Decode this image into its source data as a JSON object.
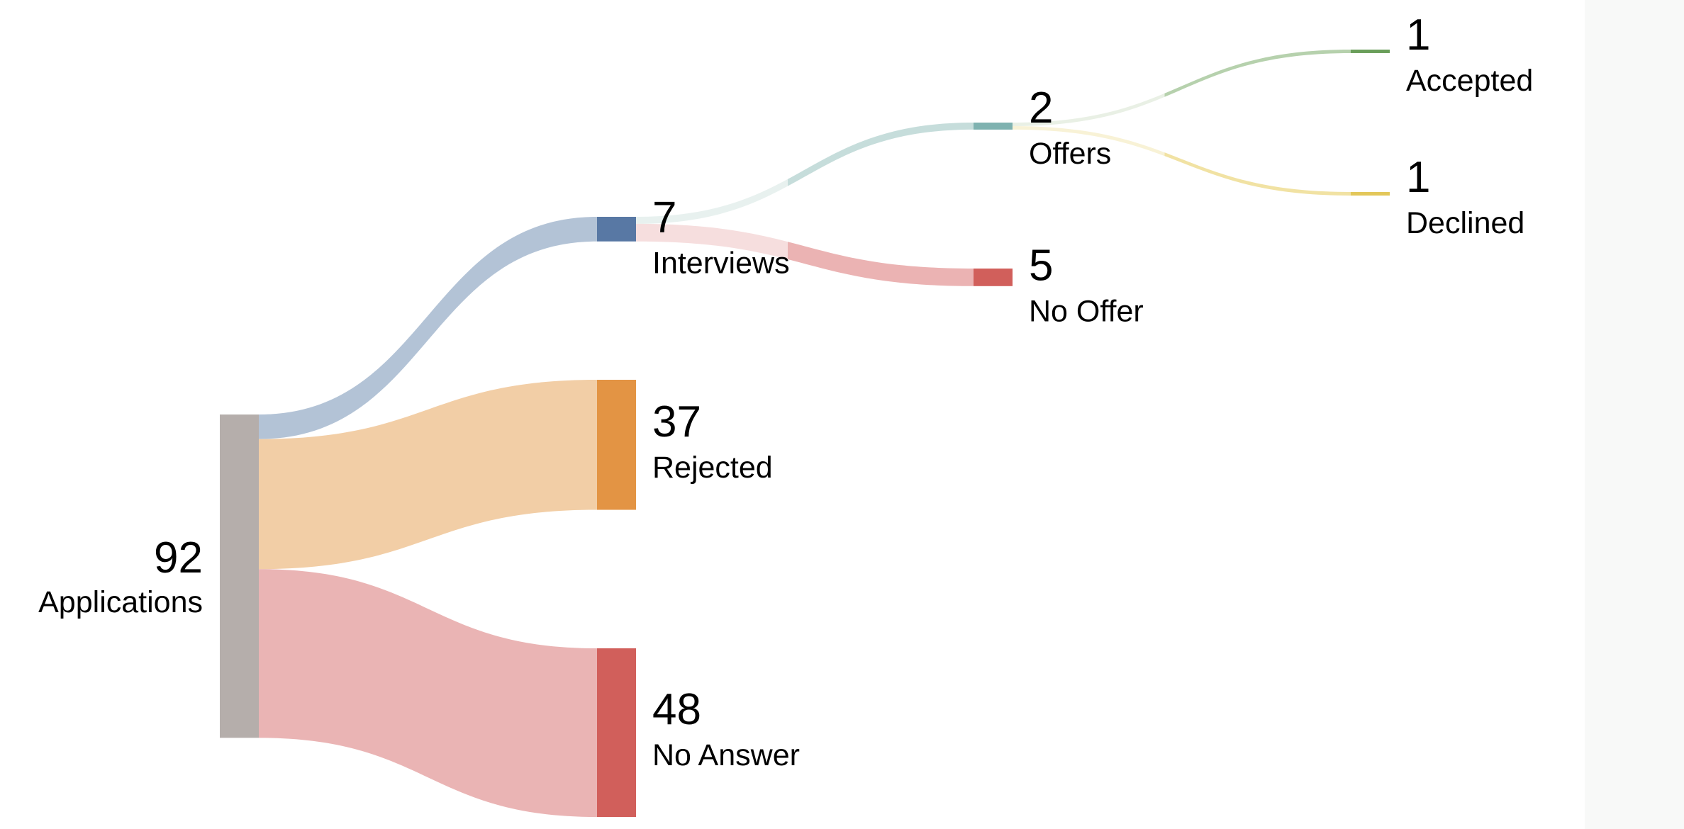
{
  "chart_data": {
    "type": "sankey",
    "title": "",
    "nodes": [
      {
        "id": "applications",
        "label": "Applications",
        "value": 92,
        "color": "#b5aeab"
      },
      {
        "id": "interviews",
        "label": "Interviews",
        "value": 7,
        "color": "#5878a4"
      },
      {
        "id": "rejected",
        "label": "Rejected",
        "value": 37,
        "color": "#e39444"
      },
      {
        "id": "no_answer",
        "label": "No Answer",
        "value": 48,
        "color": "#d15f5b"
      },
      {
        "id": "offers",
        "label": "Offers",
        "value": 2,
        "color": "#7fb2b0"
      },
      {
        "id": "no_offer",
        "label": "No Offer",
        "value": 5,
        "color": "#d15f5b"
      },
      {
        "id": "accepted",
        "label": "Accepted",
        "value": 1,
        "color": "#6a9e5a"
      },
      {
        "id": "declined",
        "label": "Declined",
        "value": 1,
        "color": "#e3c75a"
      }
    ],
    "links": [
      {
        "source": "applications",
        "target": "interviews",
        "value": 7,
        "color_from": "#b3c3d6",
        "color_to": "#b3c3d6"
      },
      {
        "source": "applications",
        "target": "rejected",
        "value": 37,
        "color_from": "#f2cea6",
        "color_to": "#f2cea6"
      },
      {
        "source": "applications",
        "target": "no_answer",
        "value": 48,
        "color_from": "#eab4b4",
        "color_to": "#eab4b4"
      },
      {
        "source": "interviews",
        "target": "offers",
        "value": 2,
        "color_from": "#e8f1ef",
        "color_to": "#c6dddb"
      },
      {
        "source": "interviews",
        "target": "no_offer",
        "value": 5,
        "color_from": "#f6dede",
        "color_to": "#ebb3b3"
      },
      {
        "source": "offers",
        "target": "accepted",
        "value": 1,
        "color_from": "#e9f0e5",
        "color_to": "#b6d1ad"
      },
      {
        "source": "offers",
        "target": "declined",
        "value": 1,
        "color_from": "#f8f2d6",
        "color_to": "#f1e2a3"
      }
    ]
  }
}
